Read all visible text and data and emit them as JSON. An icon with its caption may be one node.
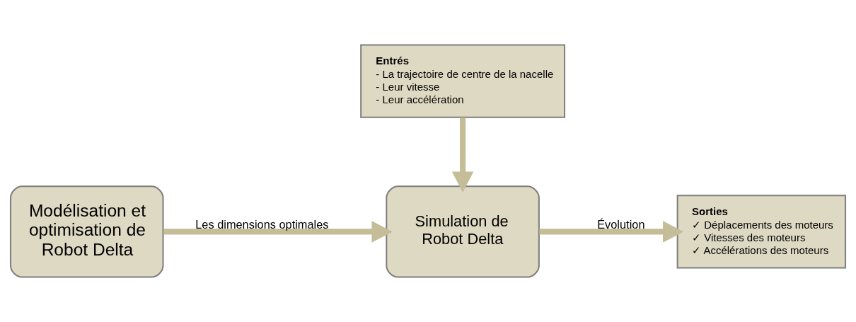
{
  "diagram": {
    "nodes": [
      {
        "text": [
          "Modélisation et optimisation de Robot Delta"
        ]
      },
      {
        "text": [
          "Simulation de Robot Delta"
        ]
      },
      {
        "text": [
          "Entrés",
          "- La trajectoire de centre de la nacelle",
          "- Leur vitesse",
          "- Leur accélération"
        ]
      },
      {
        "text": [
          "Sorties",
          "✓ Déplacements des moteurs",
          "✓ Vitesses des moteurs",
          "✓ Accélérations des moteurs"
        ]
      }
    ],
    "edges": [
      {
        "from": 0,
        "to": 1,
        "arrow": "to",
        "label": "Les dimensions optimales"
      },
      {
        "from": 2,
        "to": 1,
        "arrow": "to"
      },
      {
        "from": 1,
        "to": 3,
        "arrow": "to",
        "label": "Évolution"
      }
    ]
  }
}
